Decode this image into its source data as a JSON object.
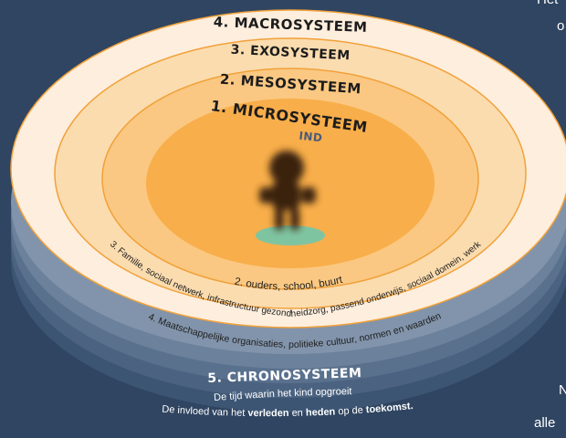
{
  "rings": {
    "macro_title": "4. MACROSYSTEEM",
    "exo_title": "3. EXOSYSTEEM",
    "meso_title": "2. MESOSYSTEEM",
    "micro_title": "1. MICROSYSTEEM",
    "ind_label": "IND",
    "meso_description": "2. ouders, school, buurt",
    "exo_description": "3. Familie, sociaal netwerk, infrastructuur gezondheidzorg, passend onderwijs, sociaal domein, werk",
    "macro_description": "4. Maatschappelijke organisaties, politieke cultuur, normen en waarden"
  },
  "chrono": {
    "title": "5. CHRONOSYSTEEM",
    "line1": "De tijd waarin het kind opgroeit",
    "line2_a": "De invloed van het ",
    "line2_b": "verleden",
    "line2_c": " en ",
    "line2_d": "heden",
    "line2_e": " op de ",
    "line2_f": "toekomst",
    "line2_g": "."
  },
  "side_fragments": {
    "top_right_1": "Het",
    "top_right_2": "o",
    "bottom_right_1": "N",
    "bottom_right_2": "alle"
  },
  "colors": {
    "background": "#2f4561",
    "macro_ring": "#fdeedd",
    "exo_ring": "#fbdcaf",
    "meso_ring": "#fac882",
    "micro_core": "#f8ae4a",
    "ring_stroke": "#f1a13a",
    "title_text": "#1c1c1c",
    "ind_text": "#4a5a7a",
    "child_fill": "#3b2410",
    "ground_fill": "#7fc4a1"
  },
  "icons": {
    "child": "child-silhouette-icon",
    "ground": "ground-disc-icon"
  }
}
